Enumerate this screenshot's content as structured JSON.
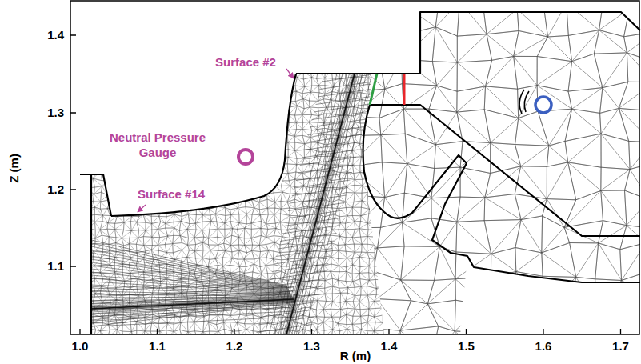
{
  "diagram": {
    "labels": [
      "Surface #2",
      "Neutral Pressure Gauge",
      "Surface #14",
      "1.4",
      "1.3",
      "1.2",
      "1.1",
      "1.0",
      "1.1",
      "1.2",
      "1.3",
      "1.4",
      "1.5",
      "1.6",
      "1.7",
      "Z (m)",
      "R (m)"
    ]
  }
}
